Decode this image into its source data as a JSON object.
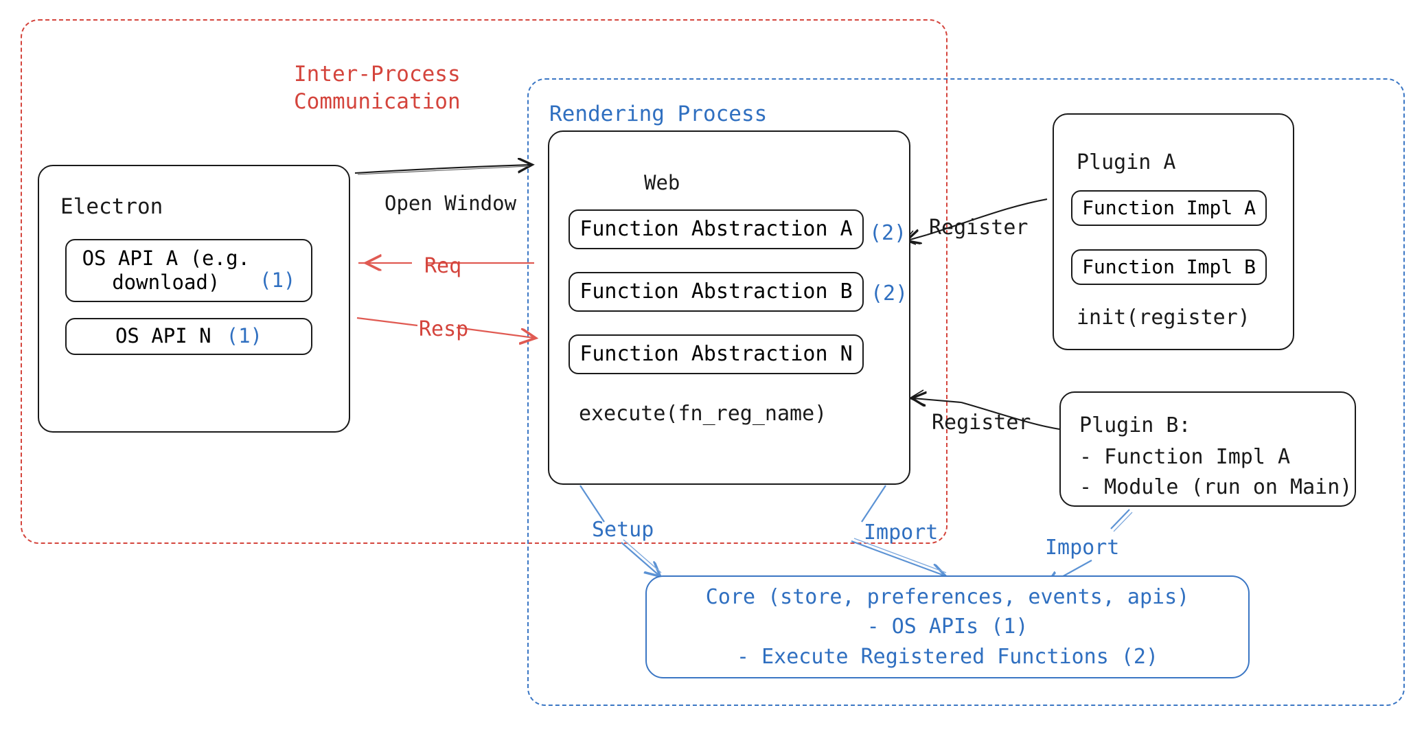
{
  "diagram": {
    "title": "Electron plugin architecture diagram",
    "colors": {
      "ipc_red": "#d4443c",
      "process_blue": "#3a76c4",
      "annotation_blue": "#2f6fc0",
      "stroke_black": "#1a1a1a",
      "background": "#ffffff"
    }
  },
  "containers": {
    "ipc": {
      "label_line1": "Inter-Process",
      "label_line2": "Communication"
    },
    "rendering": {
      "label": "Rendering Process"
    }
  },
  "electron": {
    "title": "Electron",
    "apis": [
      {
        "label": "OS API A (e.g.\ndownload)",
        "marker": "(1)"
      },
      {
        "label": "OS API N",
        "marker": "(1)"
      }
    ]
  },
  "web": {
    "title": "Web",
    "abstractions": [
      {
        "label": "Function Abstraction A",
        "marker": "(2)"
      },
      {
        "label": "Function Abstraction B",
        "marker": "(2)"
      },
      {
        "label": "Function Abstraction N",
        "marker": ""
      }
    ],
    "execute": "execute(fn_reg_name)"
  },
  "plugin_a": {
    "title": "Plugin A",
    "impls": [
      "Function Impl A",
      "Function Impl B"
    ],
    "init": "init(register)"
  },
  "plugin_b": {
    "title": "Plugin B:",
    "items": [
      "- Function Impl A",
      "- Module (run on Main)"
    ]
  },
  "core": {
    "line1": "Core (store, preferences, events, apis)",
    "line2": "- OS APIs (1)",
    "line3": "- Execute Registered Functions (2)"
  },
  "edges": {
    "open_window": "Open Window",
    "req": "Req",
    "resp": "Resp",
    "register_top": "Register",
    "register_bottom": "Register",
    "setup": "Setup",
    "import_web": "Import",
    "import_plugin_b": "Import"
  }
}
